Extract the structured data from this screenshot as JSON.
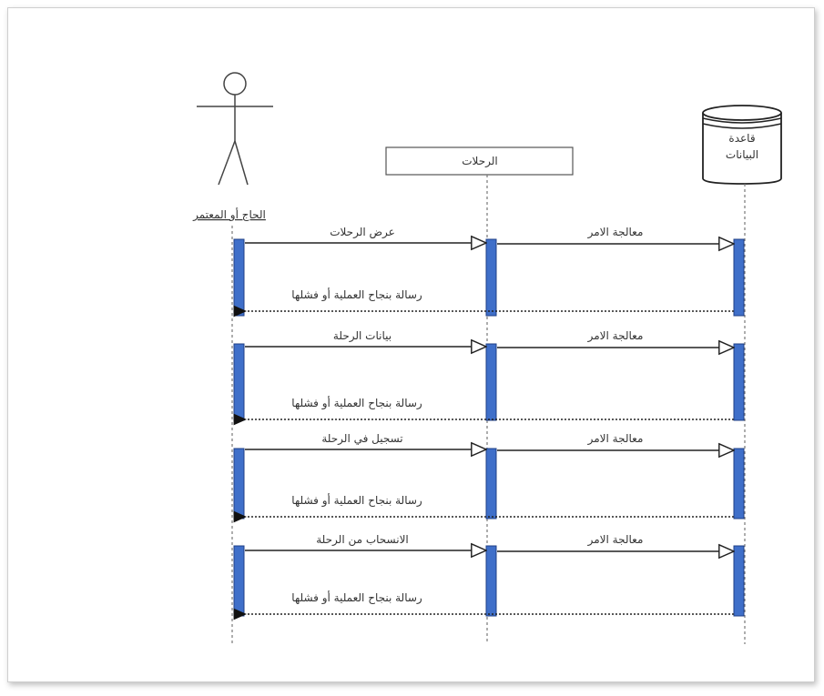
{
  "participants": {
    "actor": "الحاج أو المعتمر",
    "trips": "الرحلات",
    "database": [
      "قاعدة",
      "البيانات"
    ]
  },
  "messages": [
    {
      "request": "عرض الرحلات",
      "forward": "معالجة الامر",
      "reply": "رسالة بنجاح العملية أو فشلها"
    },
    {
      "request": "بيانات الرحلة",
      "forward": "معالجة الامر",
      "reply": "رسالة بنجاح العملية أو فشلها"
    },
    {
      "request": "تسجيل في الرحلة",
      "forward": "معالجة الامر",
      "reply": "رسالة بنجاح العملية أو فشلها"
    },
    {
      "request": "الانسحاب من الرحلة",
      "forward": "معالجة الامر",
      "reply": "رسالة بنجاح العملية أو فشلها"
    }
  ],
  "colors": {
    "activation": "#3f6fc9",
    "activation_border": "#1f3f86",
    "line": "#222222",
    "lifeline": "#777777"
  }
}
